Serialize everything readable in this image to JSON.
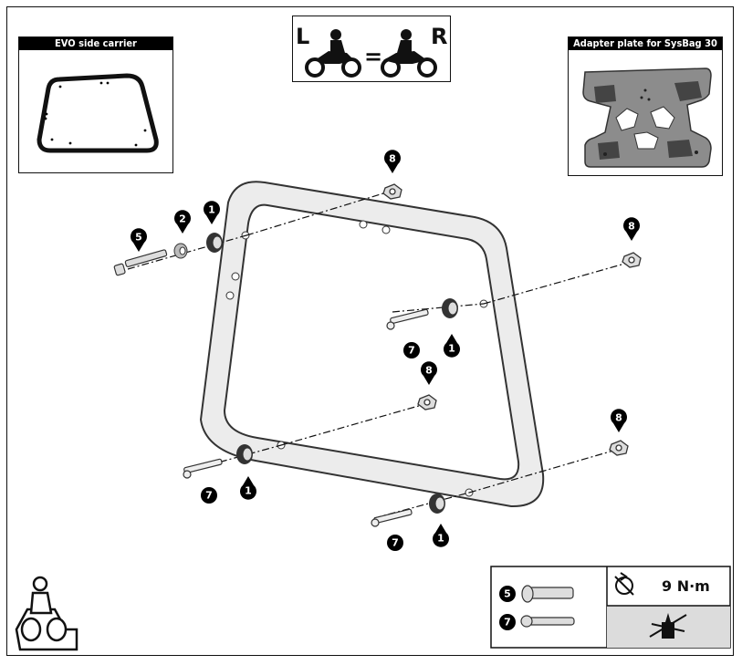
{
  "inset_left": {
    "title": "EVO side carrier"
  },
  "inset_right": {
    "title": "Adapter plate for SysBag 30"
  },
  "symmetry": {
    "left": "L",
    "equals": "=",
    "right": "R"
  },
  "callouts": {
    "c1": "1",
    "c2": "2",
    "c5": "5",
    "c7": "7",
    "c8": "8"
  },
  "spec": {
    "torque": "9 N·m",
    "bolt_a": "5",
    "bolt_b": "7"
  }
}
